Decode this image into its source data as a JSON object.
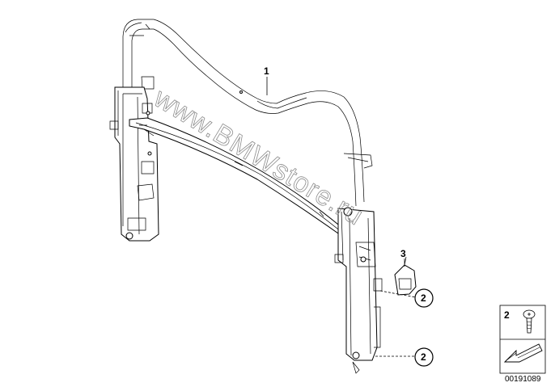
{
  "callouts": {
    "frame_number": "1",
    "clip_number": "3",
    "screw_ref_top": "2",
    "screw_ref_bottom": "2"
  },
  "legend": {
    "item_number": "2"
  },
  "watermark": "www.BMWstore.ru",
  "diagram_code": "00191089"
}
